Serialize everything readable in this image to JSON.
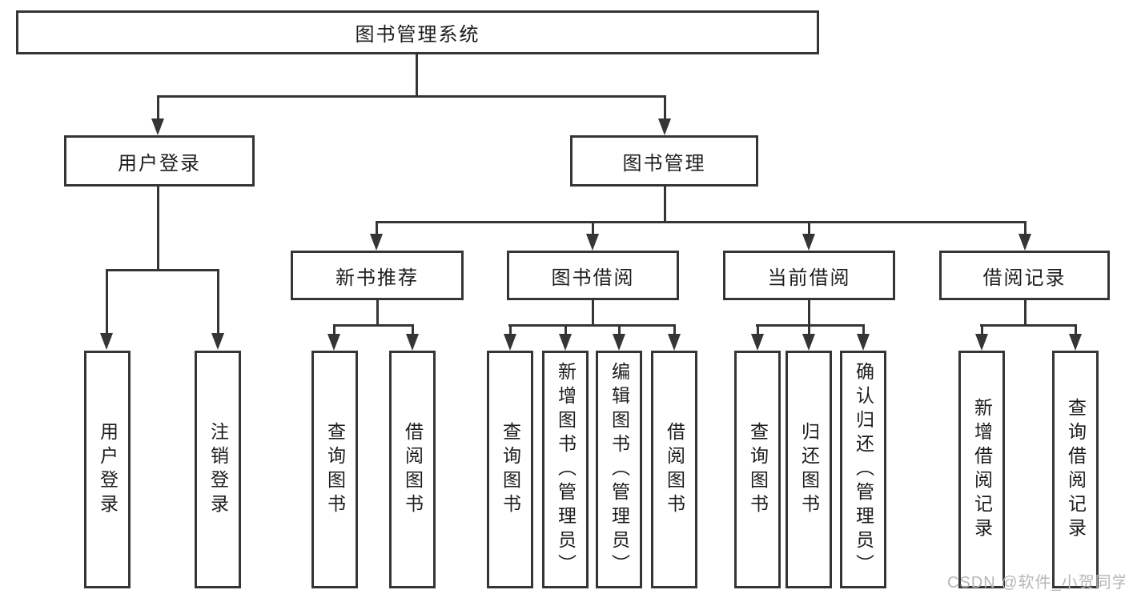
{
  "tree": {
    "root": {
      "label": "图书管理系统"
    },
    "branches": [
      {
        "label": "用户登录",
        "leaves": [
          "用户登录",
          "注销登录"
        ]
      },
      {
        "label": "图书管理",
        "children": [
          {
            "label": "新书推荐",
            "leaves": [
              "查询图书",
              "借阅图书"
            ]
          },
          {
            "label": "图书借阅",
            "leaves": [
              "查询图书",
              "新增图书（管理员）",
              "编辑图书（管理员）",
              "借阅图书"
            ]
          },
          {
            "label": "当前借阅",
            "leaves": [
              "查询图书",
              "归还图书",
              "确认归还（管理员）"
            ]
          },
          {
            "label": "借阅记录",
            "leaves": [
              "新增借阅记录",
              "查询借阅记录"
            ]
          }
        ]
      }
    ]
  },
  "watermark": {
    "text": "CSDN @软件_小贺同学"
  },
  "colors": {
    "line": "#353535",
    "text": "#1c1c1c",
    "watermark": "#b4b7ba",
    "background": "#ffffff"
  }
}
